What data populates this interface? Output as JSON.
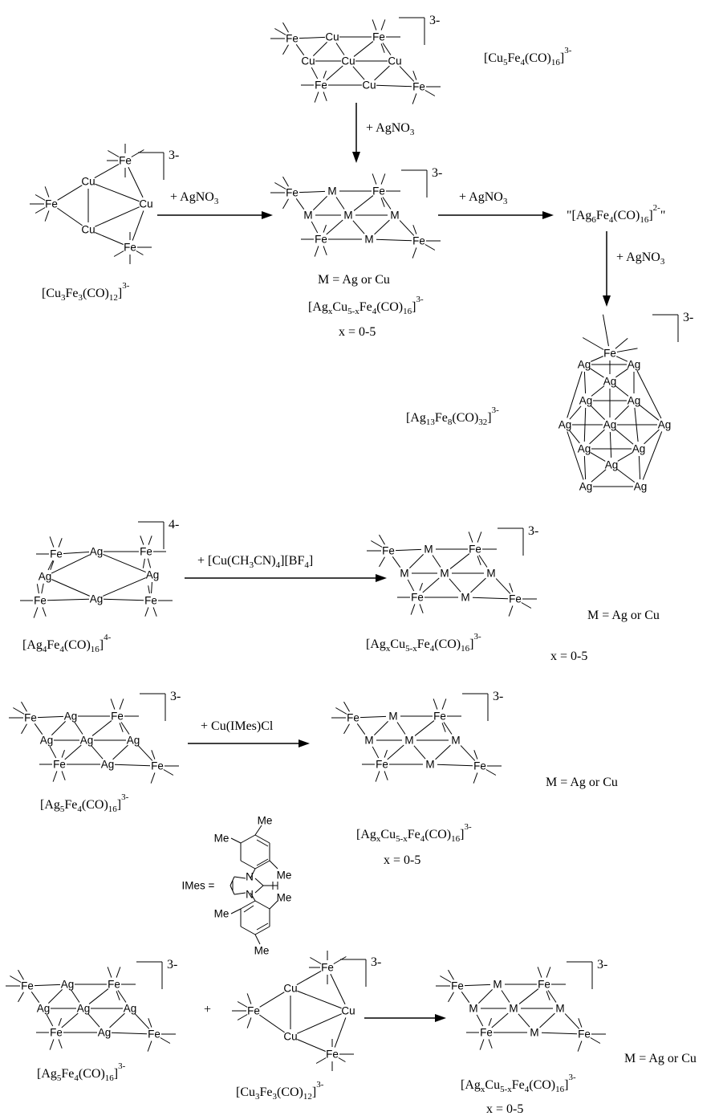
{
  "atoms": {
    "fe": "Fe",
    "cu": "Cu",
    "ag": "Ag",
    "m": "M"
  },
  "charges": {
    "c3": "3-",
    "c4": "4-"
  },
  "formulas": {
    "cu5fe4": [
      [
        "[Cu",
        ""
      ],
      [
        "5",
        "s"
      ],
      [
        "Fe",
        ""
      ],
      [
        "4",
        "s"
      ],
      [
        "(CO)",
        ""
      ],
      [
        "16",
        "s"
      ],
      [
        "]",
        ""
      ],
      [
        "3-",
        "p"
      ]
    ],
    "cu3fe3": [
      [
        "[Cu",
        ""
      ],
      [
        "3",
        "s"
      ],
      [
        "Fe",
        ""
      ],
      [
        "3",
        "s"
      ],
      [
        "(CO)",
        ""
      ],
      [
        "12",
        "s"
      ],
      [
        "]",
        ""
      ],
      [
        "3-",
        "p"
      ]
    ],
    "agcu": [
      [
        "[Ag",
        ""
      ],
      [
        "x",
        "s"
      ],
      [
        "Cu",
        ""
      ],
      [
        "5-x",
        "s"
      ],
      [
        "Fe",
        ""
      ],
      [
        "4",
        "s"
      ],
      [
        "(CO)",
        ""
      ],
      [
        "16",
        "s"
      ],
      [
        "]",
        ""
      ],
      [
        "3-",
        "p"
      ]
    ],
    "ag6fe4": [
      [
        "\"[Ag",
        ""
      ],
      [
        "6",
        "s"
      ],
      [
        "Fe",
        ""
      ],
      [
        "4",
        "s"
      ],
      [
        "(CO)",
        ""
      ],
      [
        "16",
        "s"
      ],
      [
        "]",
        ""
      ],
      [
        "2-",
        "p"
      ],
      [
        "\"",
        ""
      ]
    ],
    "ag13fe8": [
      [
        "[Ag",
        ""
      ],
      [
        "13",
        "s"
      ],
      [
        "Fe",
        ""
      ],
      [
        "8",
        "s"
      ],
      [
        "(CO)",
        ""
      ],
      [
        "32",
        "s"
      ],
      [
        "]",
        ""
      ],
      [
        "3-",
        "p"
      ]
    ],
    "ag4fe4": [
      [
        "[Ag",
        ""
      ],
      [
        "4",
        "s"
      ],
      [
        "Fe",
        ""
      ],
      [
        "4",
        "s"
      ],
      [
        "(CO)",
        ""
      ],
      [
        "16",
        "s"
      ],
      [
        "]",
        ""
      ],
      [
        "4-",
        "p"
      ]
    ],
    "ag5fe4": [
      [
        "[Ag",
        ""
      ],
      [
        "5",
        "s"
      ],
      [
        "Fe",
        ""
      ],
      [
        "4",
        "s"
      ],
      [
        "(CO)",
        ""
      ],
      [
        "16",
        "s"
      ],
      [
        "]",
        ""
      ],
      [
        "3-",
        "p"
      ]
    ]
  },
  "reagents": {
    "agno3": [
      [
        "+ AgNO",
        ""
      ],
      [
        "3",
        "s"
      ]
    ],
    "cuacn": [
      [
        "+ [Cu(CH",
        ""
      ],
      [
        "3",
        "s"
      ],
      [
        "CN)",
        ""
      ],
      [
        "4",
        "s"
      ],
      [
        "][BF",
        ""
      ],
      [
        "4",
        "s"
      ],
      [
        "]",
        ""
      ]
    ],
    "cuimes": [
      [
        "+ Cu(IMes)Cl",
        ""
      ]
    ]
  },
  "text": {
    "m_def": "M = Ag or Cu",
    "x_range": "x = 0-5",
    "plus": "+",
    "imes_label": "IMes =",
    "me": "Me",
    "n": "N"
  }
}
